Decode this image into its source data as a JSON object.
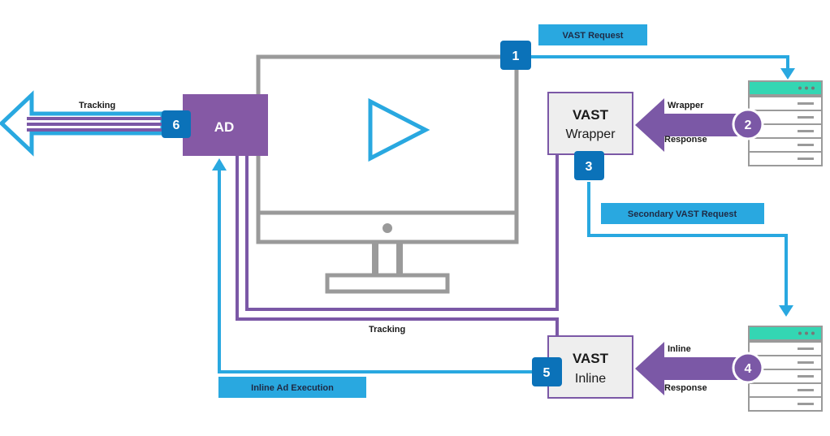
{
  "colors": {
    "blue": "#29a8e0",
    "badge": "#0b72b9",
    "purple": "#7b58a6",
    "ad_purple": "#8559a5",
    "gray": "#9a9a9a",
    "box_fill": "#eeeeee",
    "server_top": "#34d6b3"
  },
  "ad": {
    "label": "AD",
    "badge": "6"
  },
  "tracking_top": {
    "label": "Tracking"
  },
  "tracking_bottom": {
    "label": "Tracking"
  },
  "step1": {
    "badge": "1",
    "banner": "VAST Request"
  },
  "step2": {
    "badge": "2",
    "label_top": "Wrapper",
    "label_bottom": "Response"
  },
  "step3": {
    "badge": "3",
    "banner": "Secondary VAST Request"
  },
  "step4": {
    "badge": "4",
    "label_top": "Inline",
    "label_bottom": "Response"
  },
  "step5": {
    "badge": "5",
    "banner": "Inline Ad Execution"
  },
  "wrapper_box": {
    "title": "VAST",
    "subtitle": "Wrapper"
  },
  "inline_box": {
    "title": "VAST",
    "subtitle": "Inline"
  },
  "icons": {
    "play": "play-icon",
    "server": "server-icon",
    "monitor": "monitor-icon"
  }
}
